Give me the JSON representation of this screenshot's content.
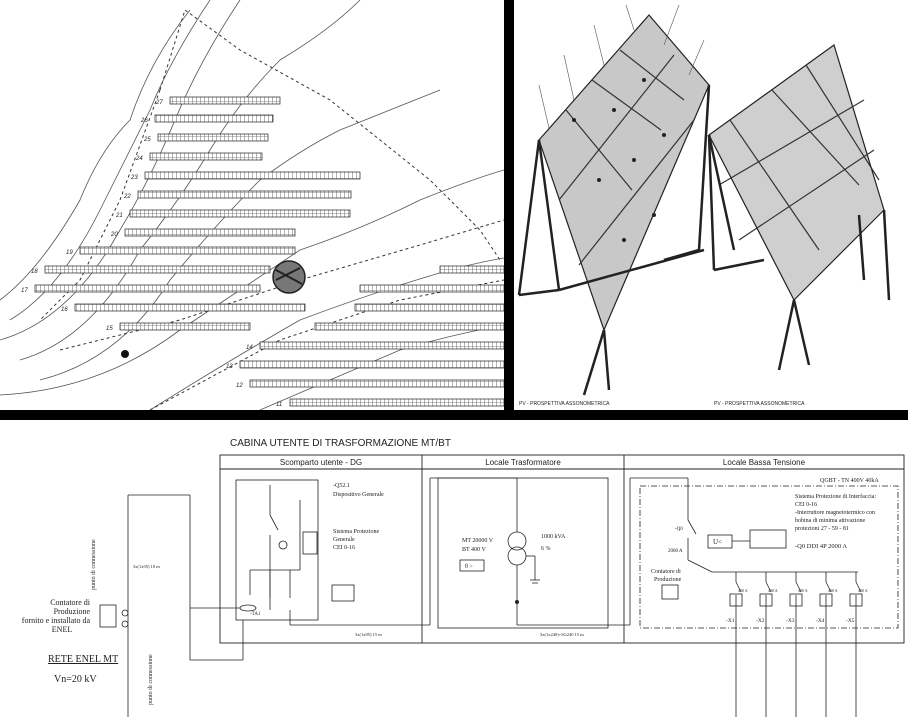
{
  "site_plan": {
    "row_labels": [
      "27",
      "26",
      "25",
      "24",
      "23",
      "22",
      "21",
      "20",
      "19",
      "18",
      "17",
      "16",
      "15",
      "14",
      "13",
      "12",
      "11"
    ]
  },
  "pv_views": {
    "left_caption": "PV - PROSPETTIVA ASSONOMETRICA",
    "right_caption": "PV - PROSPETTIVA ASSONOMETRICA"
  },
  "schematic": {
    "title": "CABINA UTENTE DI TRASFORMAZIONE MT/BT",
    "sections": {
      "utente": "Scomparto utente - DG",
      "trasformatore": "Locale Trasformatore",
      "bassa_tensione": "Locale Bassa Tensione"
    },
    "qgbt": "QGBT - TN  400V 40kA",
    "q52_1": "-Q52.1",
    "dispositivo_generale": "Dispositivo Generale",
    "spg_1": "Sistema Protezione",
    "spg_2": "Generale",
    "spg_3": "CEI 0-16",
    "spi_1": "Sistema Protezione di Interfaccia:",
    "spi_2": "CEI 0-16",
    "spi_3": "-Interruttore magnetotermico con",
    "spi_4": "bobina di minima attivazione",
    "spi_5": "protezioni 27 - 59 - 81",
    "q0_rating": "-Q0  DDI  4P  2000 A",
    "mt_v": "MT  20000 V",
    "bt_v": "BT  400 V",
    "kva": "1000 kVA",
    "pct": "6 %",
    "theta": "θ >",
    "u_relay": "U<",
    "contatore_prod_1": "Contatore di",
    "contatore_prod_2": "Produzione",
    "contatore_enel_1": "Contatore di",
    "contatore_enel_2": "Produzione",
    "contatore_enel_3": "fornito e installato da",
    "contatore_enel_4": "ENEL",
    "rete": "RETE  ENEL MT",
    "vn": "Vn=20 kV",
    "punto_connessione_1": "punto di connessione",
    "punto_connessione_2": "punto di connessione",
    "cable_1": "3x(1x95) 10 m",
    "cable_2": "3x(1x95) 15 m",
    "cable_3": "3x(1x240)+3G240  15 m",
    "ta1": "-TA1",
    "feeders": [
      "-X1",
      "-X2",
      "-X3",
      "-X4",
      "-X5"
    ],
    "feeder_rating": "400 A",
    "q0": "-Q0",
    "q0_amp": "2000 A"
  }
}
